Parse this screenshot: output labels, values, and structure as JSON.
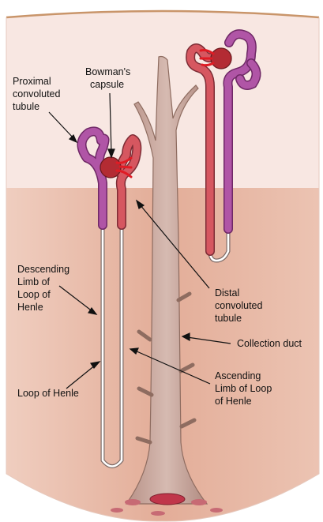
{
  "labels": {
    "proximal": [
      "Proximal",
      "convoluted",
      "tubule"
    ],
    "bowman": [
      "Bowman's",
      "capsule"
    ],
    "descending": [
      "Descending",
      "Limb of",
      "Loop of",
      "Henle"
    ],
    "distal": [
      "Distal",
      "convoluted",
      "tubule"
    ],
    "collection": "Collection duct",
    "ascending": [
      "Ascending",
      "Limb of Loop",
      "of Henle"
    ],
    "loop": "Loop of Henle"
  },
  "colors": {
    "cortex": "#f8e7e2",
    "medulla": "#e8b8a5",
    "outline": "#c9956a",
    "duct": "#c9a99f",
    "proximal": "#b055a6",
    "distal": "#d65760",
    "glomerulus": "#b32b33",
    "vessel": "#e01b24",
    "papilla": "#c0364a"
  }
}
